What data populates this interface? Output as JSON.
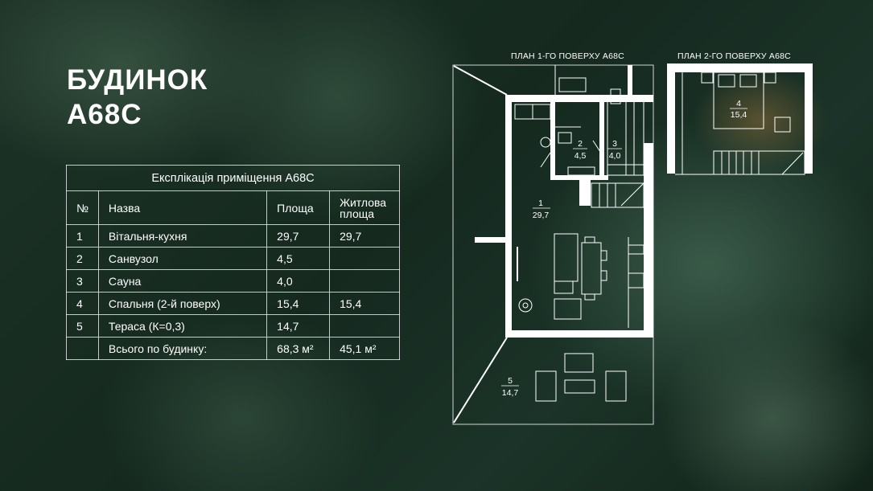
{
  "title": {
    "line1": "БУДИНОК",
    "line2": "А68С"
  },
  "table": {
    "caption": "Експлікація приміщення А68С",
    "headers": {
      "num": "№",
      "name": "Назва",
      "area": "Площа",
      "living": "Житлова площа"
    },
    "rows": [
      {
        "num": "1",
        "name": "Вітальня-кухня",
        "area": "29,7",
        "living": "29,7"
      },
      {
        "num": "2",
        "name": "Санвузол",
        "area": "4,5",
        "living": ""
      },
      {
        "num": "3",
        "name": "Сауна",
        "area": "4,0",
        "living": ""
      },
      {
        "num": "4",
        "name": "Спальня (2-й поверх)",
        "area": "15,4",
        "living": "15,4"
      },
      {
        "num": "5",
        "name": "Тераса (К=0,3)",
        "area": "14,7",
        "living": ""
      }
    ],
    "total": {
      "name": "Всього по будинку:",
      "area": "68,3 м²",
      "living": "45,1 м²"
    }
  },
  "plan1": {
    "label": "ПЛАН 1-ГО ПОВЕРХУ А68С",
    "rooms": [
      {
        "num": "1",
        "area": "29,7"
      },
      {
        "num": "2",
        "area": "4,5"
      },
      {
        "num": "3",
        "area": "4,0"
      },
      {
        "num": "5",
        "area": "14,7"
      }
    ]
  },
  "plan2": {
    "label": "ПЛАН 2-ГО ПОВЕРХУ А68С",
    "rooms": [
      {
        "num": "4",
        "area": "15,4"
      }
    ]
  },
  "colors": {
    "background": "#1b3127",
    "lines": "#ffffff"
  }
}
